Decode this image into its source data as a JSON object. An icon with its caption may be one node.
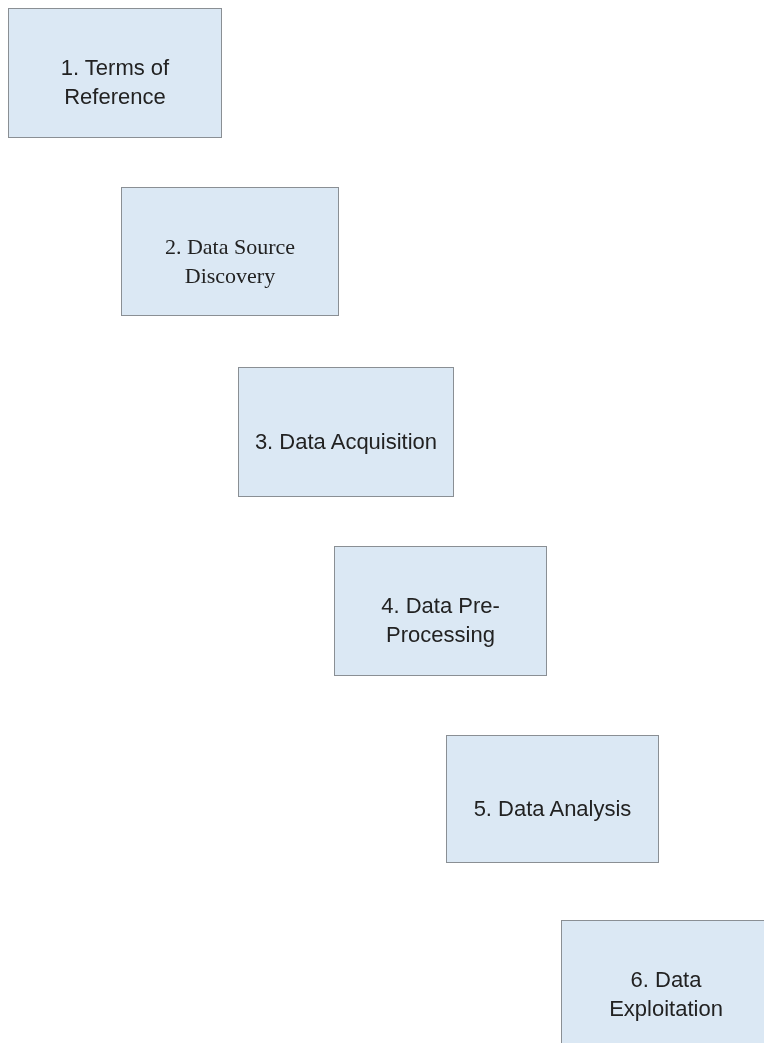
{
  "diagram": {
    "nodes": [
      {
        "text": [
          "1. Terms of Reference"
        ]
      },
      {
        "text": [
          "2. Data Source Discovery"
        ]
      },
      {
        "text": [
          "3. Data Acquisition"
        ]
      },
      {
        "text": [
          "4. Data Pre-Processing"
        ]
      },
      {
        "text": [
          "5. Data Analysis"
        ]
      },
      {
        "text": [
          "6. Data Exploitation"
        ]
      }
    ]
  }
}
